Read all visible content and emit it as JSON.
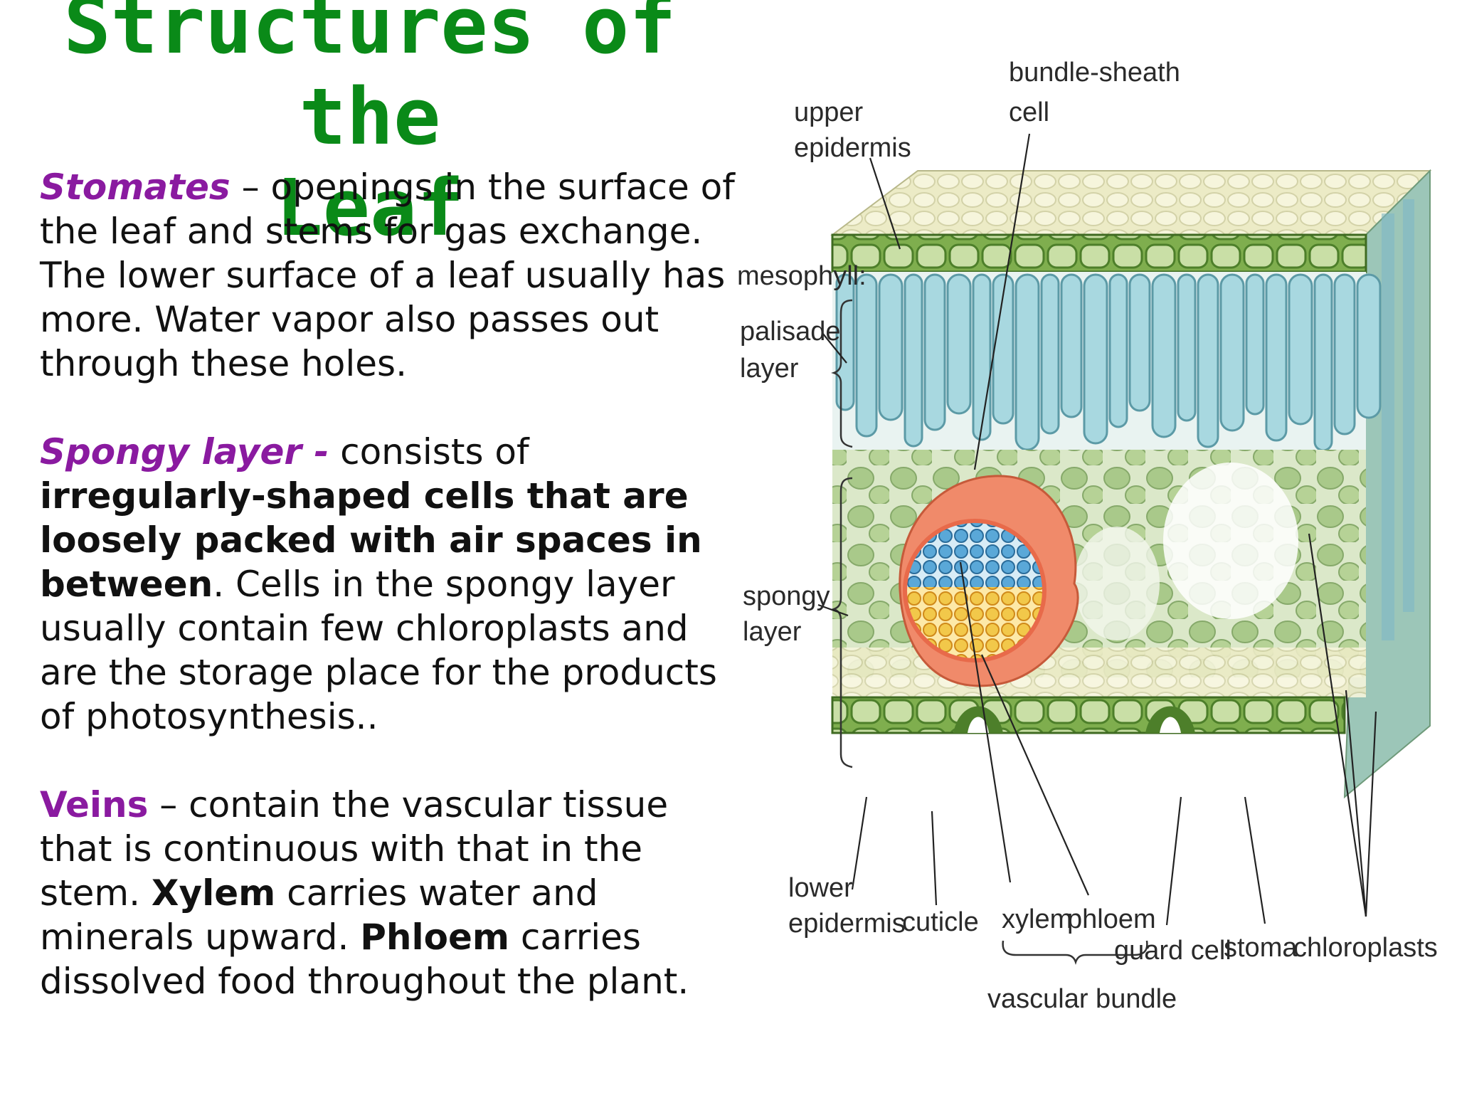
{
  "title_line1": "Structures of the",
  "title_line2": "Leaf",
  "stomates": {
    "term": "Stomates",
    "text": " – openings in the surface of the leaf and stems for gas exchange. The lower surface of a leaf usually has more. Water vapor also passes out through these holes."
  },
  "spongy": {
    "term": "Spongy layer -",
    "text1": " consists of ",
    "bold": "irregularly-shaped cells that are loosely packed with air spaces in between",
    "text2": ". Cells in the spongy layer usually contain few chloroplasts and are the storage place for the products of photosynthesis.."
  },
  "veins": {
    "term": "Veins",
    "text1": " – contain the vascular tissue that is continuous with that in the stem. ",
    "xylem": "Xylem",
    "text2": " carries water and minerals upward. ",
    "phloem": "Phloem",
    "text3": " carries dissolved food throughout the plant."
  },
  "diagram_labels": {
    "bundle_sheath_1": "bundle-sheath",
    "bundle_sheath_2": "cell",
    "upper_epidermis_1": "upper",
    "upper_epidermis_2": "epidermis",
    "mesophyll": "mesophyll:",
    "palisade_1": "palisade",
    "palisade_2": "layer",
    "spongy_1": "spongy",
    "spongy_2": "layer",
    "lower_epidermis_1": "lower",
    "lower_epidermis_2": "epidermis",
    "cuticle": "cuticle",
    "xylem": "xylem",
    "phloem": "phloem",
    "guard_cell": "guard cell",
    "stoma": "stoma",
    "chloroplasts": "chloroplasts",
    "vascular_bundle": "vascular bundle"
  },
  "colors": {
    "title": "#0a8a18",
    "term": "#8a1aa0",
    "palisade": "#a8d8e0",
    "spongy": "#a9c98a",
    "bundle_sheath": "#f08a6a",
    "xylem": "#5aa8d8",
    "phloem": "#f2c84a"
  }
}
